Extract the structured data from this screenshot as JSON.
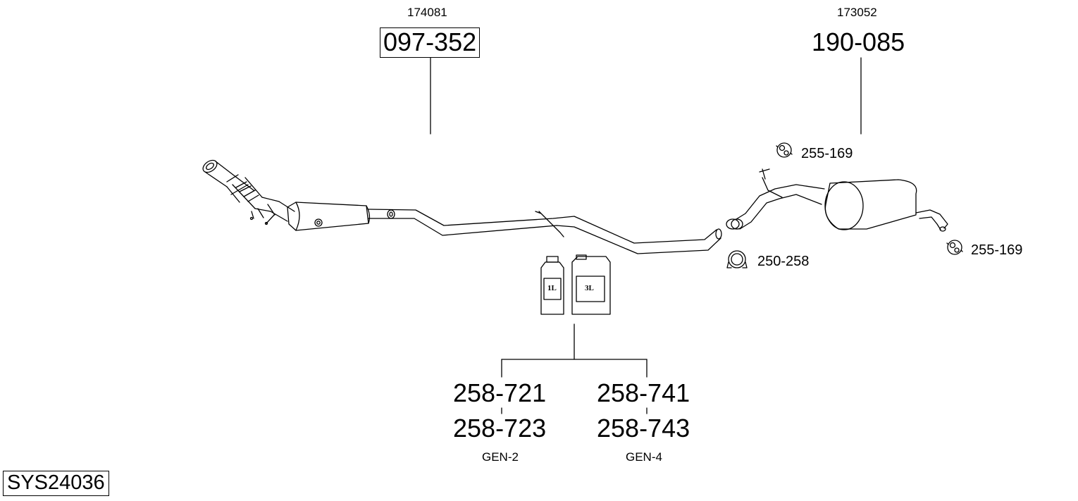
{
  "system_code": "SYS24036",
  "parts": {
    "catalyst": {
      "ref_code": "174081",
      "part_no": "097-352",
      "boxed": true
    },
    "rear_silencer": {
      "ref_code": "173052",
      "part_no": "190-085"
    },
    "hanger_upper": {
      "part_no": "255-169",
      "icon": "rubber-hanger-icon"
    },
    "hanger_rear": {
      "part_no": "255-169",
      "icon": "rubber-hanger-icon"
    },
    "clamp": {
      "part_no": "250-258",
      "icon": "pipe-clamp-icon"
    }
  },
  "fluids": {
    "bottle_small": {
      "label": "1L",
      "icon": "fluid-bottle-icon"
    },
    "bottle_large": {
      "label": "3L",
      "icon": "fluid-canister-icon"
    },
    "gen2": {
      "part_top": "258-721",
      "part_bottom": "258-723",
      "generation": "GEN-2"
    },
    "gen4": {
      "part_top": "258-741",
      "part_bottom": "258-743",
      "generation": "GEN-4"
    }
  }
}
